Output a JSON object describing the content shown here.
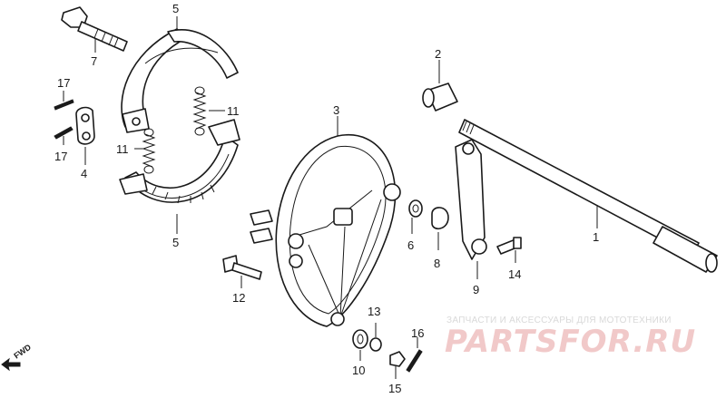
{
  "callouts": {
    "c1": "1",
    "c2": "2",
    "c3": "3",
    "c4": "4",
    "c5a": "5",
    "c5b": "5",
    "c6": "6",
    "c7": "7",
    "c8": "8",
    "c9": "9",
    "c10": "10",
    "c11a": "11",
    "c11b": "11",
    "c12": "12",
    "c13": "13",
    "c14": "14",
    "c15": "15",
    "c16": "16",
    "c17a": "17",
    "c17b": "17"
  },
  "orientation": {
    "fwd_label": "FWD"
  },
  "watermark": {
    "tagline": "ЗАПЧАСТИ И АКСЕССУАРЫ ДЛЯ МОТОТЕХНИКИ",
    "brand": "PARTSFOR.RU"
  },
  "colors": {
    "ink": "#1a1a1a",
    "watermark_red": "#f1c9c9",
    "watermark_grey": "#d9d9d9"
  }
}
